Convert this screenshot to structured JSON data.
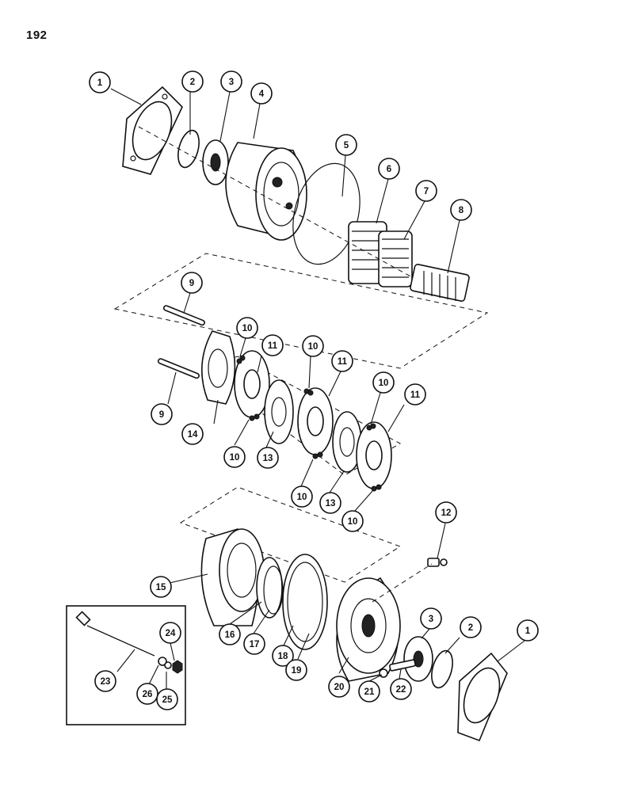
{
  "page_number": "192",
  "callouts": [
    "1",
    "2",
    "3",
    "4",
    "5",
    "6",
    "7",
    "8",
    "9",
    "9",
    "10",
    "11",
    "10",
    "11",
    "10",
    "11",
    "14",
    "10",
    "13",
    "10",
    "13",
    "10",
    "12",
    "15",
    "3",
    "2",
    "1",
    "16",
    "17",
    "18",
    "19",
    "20",
    "21",
    "22",
    "23",
    "24",
    "26",
    "25"
  ]
}
